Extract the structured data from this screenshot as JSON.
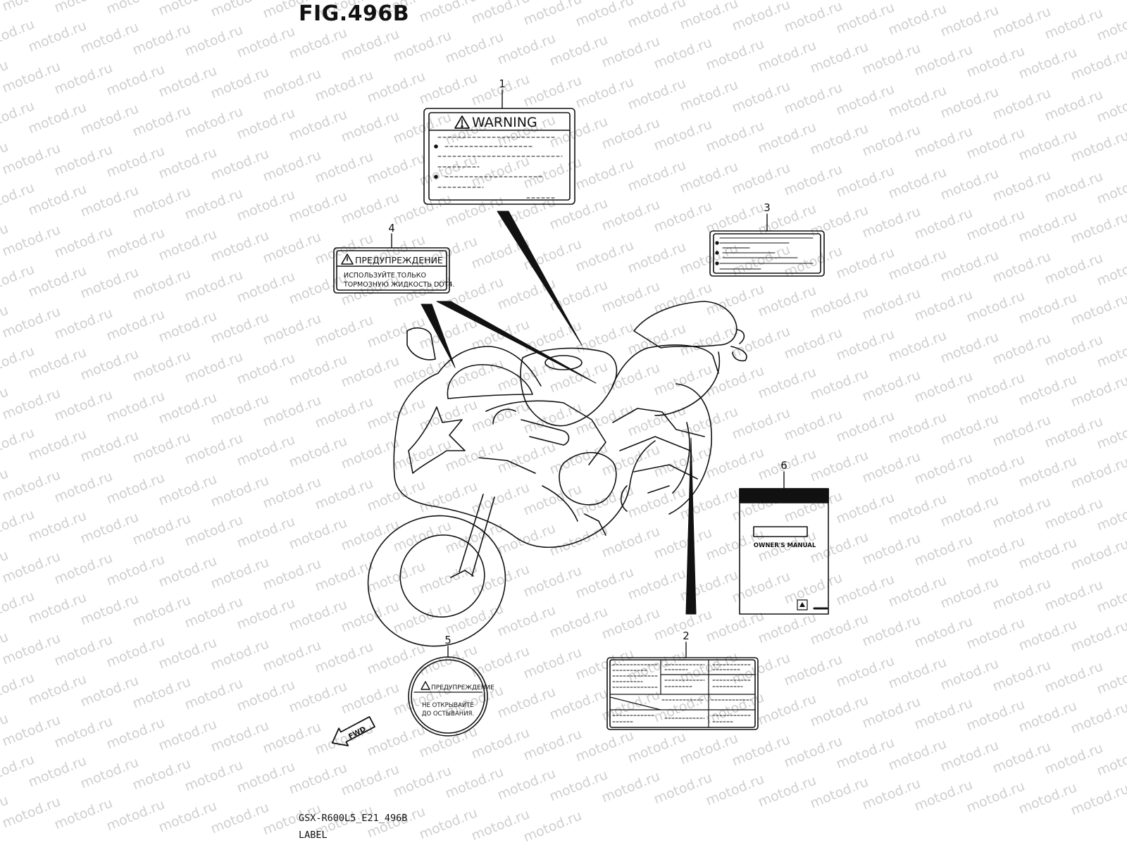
{
  "figure": {
    "title": "FIG.496B",
    "part_code": "GSX-R600L5_E21_496B",
    "caption": "LABEL",
    "watermark_text": "motod.ru",
    "direction_arrow": "FWD"
  },
  "callouts": [
    "1",
    "2",
    "3",
    "4",
    "5",
    "6"
  ],
  "labels": {
    "warning_label": {
      "title": "WARNING",
      "icon": "warning-triangle-icon"
    },
    "brake_fluid_label": {
      "title": "ПРЕДУПРЕЖДЕНИЕ",
      "line1": "ИСПОЛЬЗУЙТЕ ТОЛЬКО",
      "line2": "ТОРМОЗНУЮ ЖИДКОСТЬ DOT4.",
      "icon": "warning-triangle-icon"
    },
    "radiator_cap_label": {
      "title": "ПРЕДУПРЕЖДЕНИЕ",
      "line1": "НЕ ОТКРЫВАЙТЕ",
      "line2": "ДО ОСТЫВАНИЯ.",
      "icon": "warning-triangle-icon"
    },
    "owners_manual": {
      "title": "OWNER'S MANUAL",
      "logo": "suzuki-logo-icon"
    }
  },
  "colors": {
    "ink": "#111111",
    "watermark": "#cfcfcf",
    "background": "#ffffff"
  }
}
